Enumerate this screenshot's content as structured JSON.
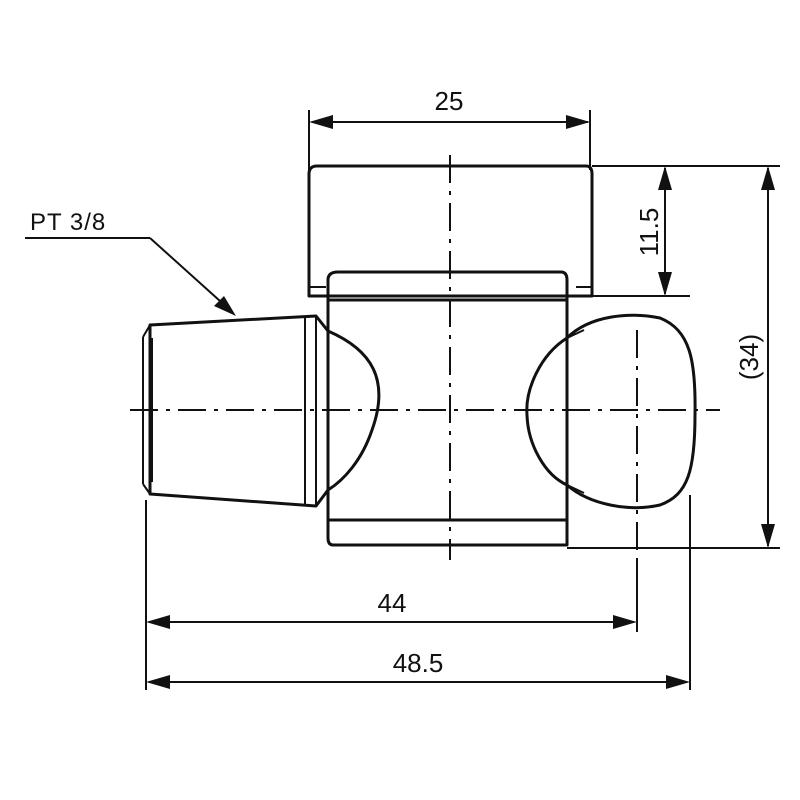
{
  "drawing": {
    "thread_label": "PT 3/8",
    "dimensions": {
      "top_width": "25",
      "cap_height": "11.5",
      "overall_height": "(34)",
      "center_span": "44",
      "overall_length": "48.5"
    }
  }
}
